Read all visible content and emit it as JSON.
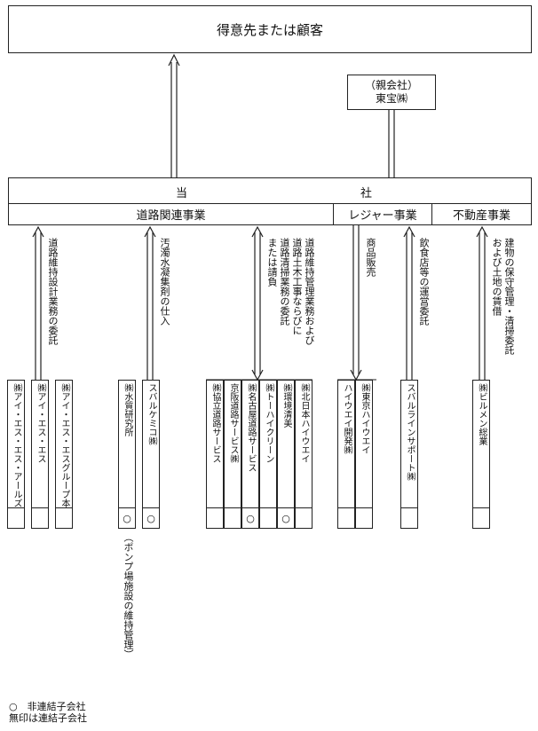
{
  "top": {
    "customers": "得意先または顧客"
  },
  "parent": {
    "label1": "（親会社）",
    "label2": "東宝㈱"
  },
  "company": {
    "left": "当",
    "right": "社"
  },
  "segments": {
    "road": "道路関連事業",
    "leisure": "レジャー事業",
    "realestate": "不動産事業"
  },
  "flows": {
    "f1": "道路維持設計業務の委託",
    "f2": "汚濁水凝集剤の仕入",
    "f3a": "道路維持管理業務および",
    "f3b": "道路土木工事ならびに",
    "f3c": "道路清掃業務の委託",
    "f3d": "または請負",
    "f4": "商品販売",
    "f5": "飲食店等の運営委託",
    "f6a": "建物の保守管理・清掃委託",
    "f6b": "および土地の賃借"
  },
  "companies": [
    {
      "name": "㈱アイ・エス・エス・アールズ",
      "marker": ""
    },
    {
      "name": "㈱アイ・エス・エス",
      "marker": ""
    },
    {
      "name": "㈱アイ・エス・エスグループ本社",
      "marker": ""
    },
    {
      "name": "㈱水質研究所",
      "marker": "○"
    },
    {
      "name": "スバルケミコ㈱",
      "marker": "○"
    },
    {
      "name": "㈱協立道路サービス",
      "marker": ""
    },
    {
      "name": "京阪道路サービス㈱",
      "marker": ""
    },
    {
      "name": "㈱名古屋道路サービス",
      "marker": "○"
    },
    {
      "name": "㈱トーハイクリーン",
      "marker": ""
    },
    {
      "name": "㈱環境清美",
      "marker": "○"
    },
    {
      "name": "㈱北日本ハイウエイ",
      "marker": ""
    },
    {
      "name": "ハイウエイ開発㈱",
      "marker": ""
    },
    {
      "name": "㈱東京ハイウエイ",
      "marker": ""
    },
    {
      "name": "スバルラインサポート㈱",
      "marker": ""
    },
    {
      "name": "㈱ビルメン総業",
      "marker": ""
    }
  ],
  "note": "（ポンプ場施設の維持管理）",
  "legend": {
    "line1": "○　非連結子会社",
    "line2": "無印は連結子会社"
  }
}
